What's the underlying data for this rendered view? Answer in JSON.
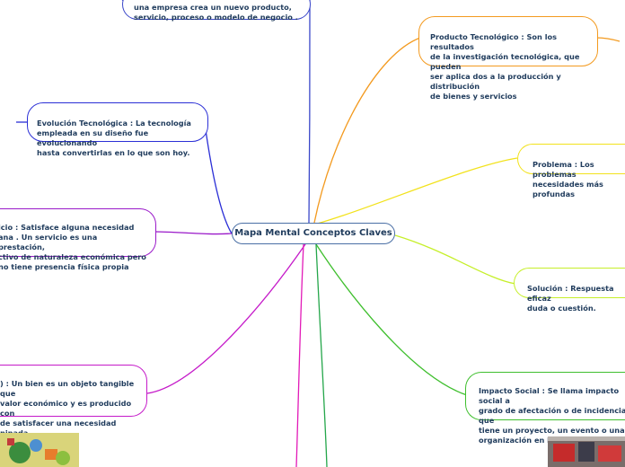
{
  "map": {
    "central_topic": "Mapa Mental Conceptos Claves",
    "nodes": [
      {
        "id": "innovacion",
        "text": "una empresa crea un nuevo producto,\nservicio, proceso o modelo de negocio .",
        "color": "#3a47c9"
      },
      {
        "id": "producto",
        "text": "Producto Tecnológico :  Son los resultados\nde la investigación tecnológica, que pueden\nser aplica dos a la producción y distribución\nde bienes y servicios",
        "color": "#f39a1f"
      },
      {
        "id": "evolucion",
        "text": "Evolución Tecnológica : La tecnología\nempleada en su diseño fue evolucionando\nhasta convertirlas en lo que son hoy.",
        "color": "#2b2fd6"
      },
      {
        "id": "problema",
        "text": "Problema :     Los problemas\nnecesidades más profundas",
        "color": "#f2e21c"
      },
      {
        "id": "servicio",
        "text": "icio : Satisface alguna necesidad\nana .   Un servicio es una prestación,\nctivo de naturaleza económica pero\nno tiene presencia física propia",
        "color": "#9a19c9"
      },
      {
        "id": "solucion",
        "text": "Solución :   Respuesta eficaz\nduda o cuestión.",
        "color": "#c6ef2a"
      },
      {
        "id": "impacto",
        "text": "Impacto Social : Se llama impacto social a\ngrado de afectación o de incidencia que\ntiene un proyecto, un evento o una\norganización en la sociedad",
        "color": "#3fbf2e"
      },
      {
        "id": "bien",
        "text": ") :    Un bien es un objeto tangible que\nvalor económico y es producido con\nde satisfacer una necesidad\nninada.",
        "color": "#c51ac9"
      }
    ]
  }
}
